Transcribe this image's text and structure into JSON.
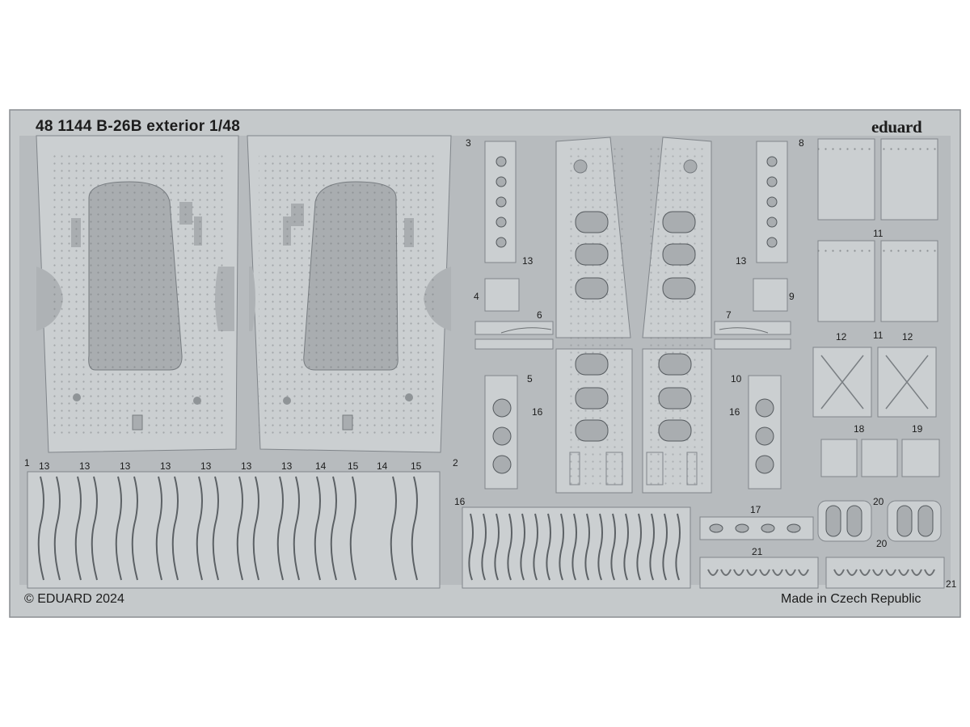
{
  "sheet": {
    "title": "48 1144 B-26B exterior 1/48",
    "brand": "eduard",
    "copyright": "© EDUARD 2024",
    "origin": "Made in Czech Republic"
  },
  "part_numbers": {
    "p1": "1",
    "p2": "2",
    "p3": "3",
    "p4": "4",
    "p5": "5",
    "p6": "6",
    "p7": "7",
    "p8": "8",
    "p9": "9",
    "p10": "10",
    "p11a": "11",
    "p11b": "11",
    "p12a": "12",
    "p12b": "12",
    "p13a": "13",
    "p13b": "13",
    "p13c": "13",
    "p13d": "13",
    "p13e": "13",
    "p13f": "13",
    "p13g": "13",
    "p13h": "13",
    "p13i": "13",
    "p14a": "14",
    "p14b": "14",
    "p15a": "15",
    "p15b": "15",
    "p16a": "16",
    "p16b": "16",
    "p16c": "16",
    "p17": "17",
    "p18": "18",
    "p19": "19",
    "p20a": "20",
    "p20b": "20",
    "p21a": "21",
    "p21b": "21"
  },
  "colors": {
    "metal": "#c8ccce",
    "sprue": "#b9bdc0",
    "recess": "#a8acaf",
    "line": "#6c7073"
  }
}
